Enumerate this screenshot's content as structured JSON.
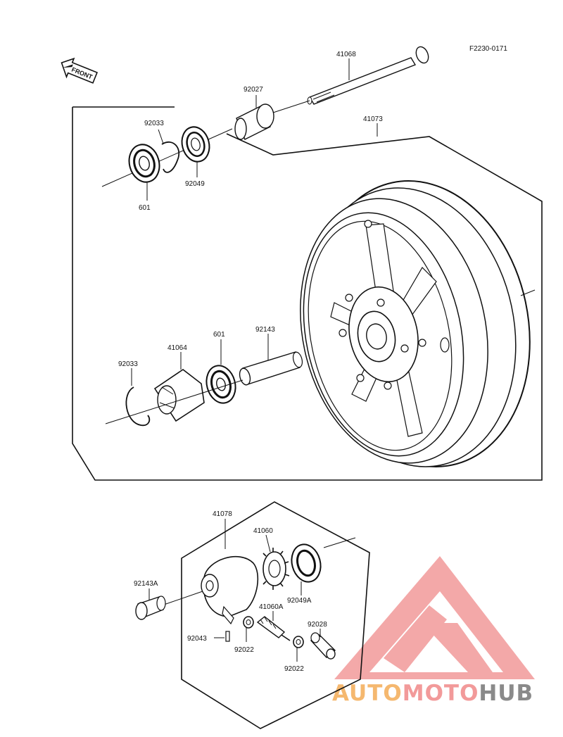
{
  "figure_code": "F2230-0171",
  "front_arrow": "FRONT",
  "labels": {
    "axle": "41068",
    "collar": "92027",
    "wheel_assy": "41073",
    "circlip_top": "92033",
    "oil_seal_top": "92049",
    "bearing_top": "601",
    "circlip_mid": "92033",
    "coupling": "41064",
    "bearing_mid": "601",
    "spacer": "92143",
    "gear_housing": "41078",
    "drive_gear": "41060",
    "oil_seal_meter": "92049A",
    "bushing": "92143A",
    "pinion": "41060A",
    "pin": "92043",
    "washer_a": "92022",
    "washer_b": "92022",
    "meter_bushing": "92028"
  },
  "watermark": {
    "part1": "AUTO",
    "part2": "MOTO",
    "part3": "HUB",
    "color_orange": "#f4b46b",
    "color_red": "#f08a8a",
    "color_gray": "#8c8c8c"
  }
}
